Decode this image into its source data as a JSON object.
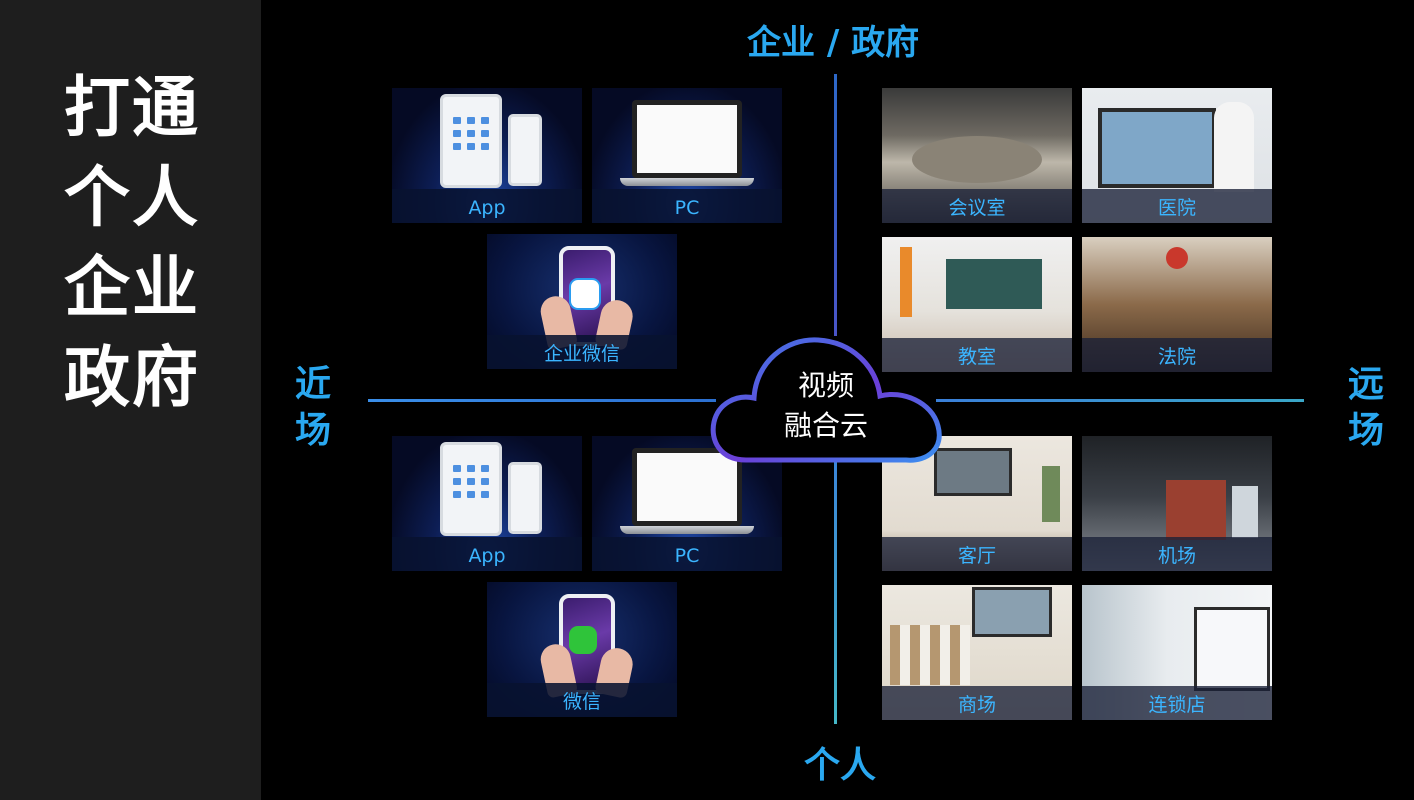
{
  "slide": {
    "title_lines": [
      "打通",
      "个人",
      "企业",
      "政府"
    ],
    "top_label": "企业 / 政府",
    "bottom_label": "个人",
    "left_label": [
      "近",
      "场"
    ],
    "right_label": [
      "远",
      "场"
    ],
    "cloud_lines": [
      "视频",
      "融合云"
    ]
  },
  "tiles": {
    "near_top": [
      "App",
      "PC",
      "企业微信"
    ],
    "near_bottom": [
      "App",
      "PC",
      "微信"
    ],
    "far_top": [
      "会议室",
      "医院",
      "教室",
      "法院"
    ],
    "far_bottom": [
      "客厅",
      "机场",
      "商场",
      "连锁店"
    ]
  },
  "icons": {
    "wxwork": "wechat-work-icon",
    "wechat": "wechat-icon",
    "cloud": "cloud-icon"
  },
  "colors": {
    "accent": "#2aa8f0",
    "sidebar": "#1e1e1e",
    "background": "#000000"
  }
}
